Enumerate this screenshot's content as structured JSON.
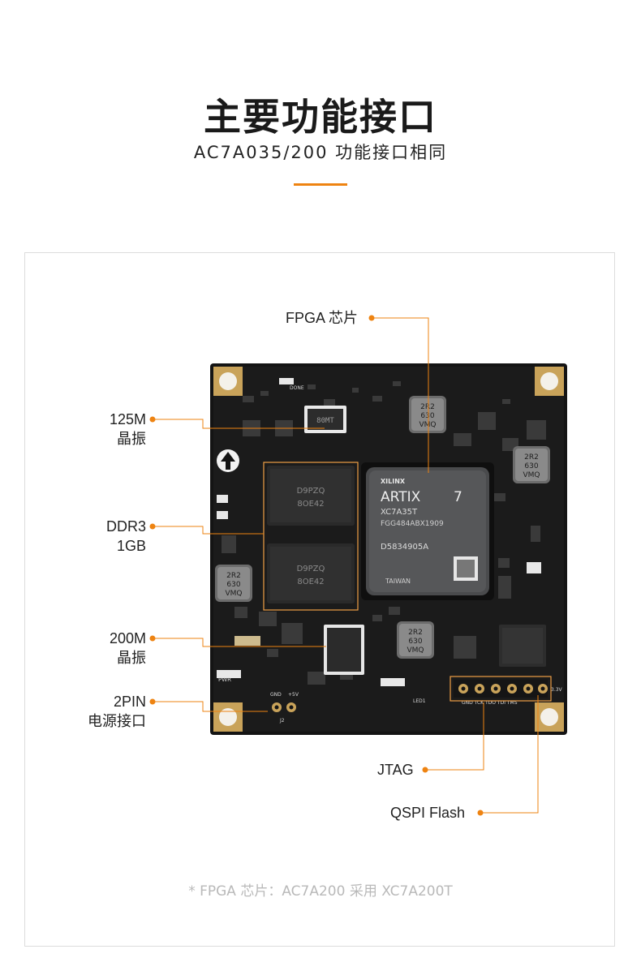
{
  "header": {
    "title": "主要功能接口",
    "subtitle": "AC7A035/200 功能接口相同"
  },
  "colors": {
    "accent": "#ee8311",
    "board": "#141414",
    "pad_gold": "#c9a35a",
    "callout_box": "#f0a046"
  },
  "callouts": {
    "fpga": "FPGA 芯片",
    "osc125_line1": "125M",
    "osc125_line2": "晶振",
    "ddr3_line1": "DDR3",
    "ddr3_line2": "1GB",
    "osc200_line1": "200M",
    "osc200_line2": "晶振",
    "power_line1": "2PIN",
    "power_line2": "电源接口",
    "jtag": "JTAG",
    "qspi": "QSPI Flash"
  },
  "board": {
    "fpga_brand": "XILINX",
    "fpga_family": "ARTIX",
    "fpga_family_num": "7",
    "fpga_part": "XC7A35T",
    "fpga_package": "FGG484ABX1909",
    "fpga_lot": "D5834905A",
    "fpga_origin": "TAIWAN",
    "ddr_marking_top": "D9PZQ",
    "ddr_marking_bottom": "D9PZQ",
    "ddr_code": "8OE42",
    "inductor_mark": "2R2",
    "inductor_mark2": "630",
    "inductor_mark3": "VMQ",
    "osc_mark": "80MT",
    "jtag_pins": "GND TCK TDO TDI TMS",
    "jtag_voltage": "3.3V",
    "power_label_gnd": "GND",
    "power_label_5v": "+5V",
    "power_ref": "J2",
    "pwr_led": "PWR",
    "done_led": "DONE",
    "led1": "LED1"
  },
  "footer": {
    "note": "* FPGA 芯片：AC7A200 采用 XC7A200T"
  }
}
